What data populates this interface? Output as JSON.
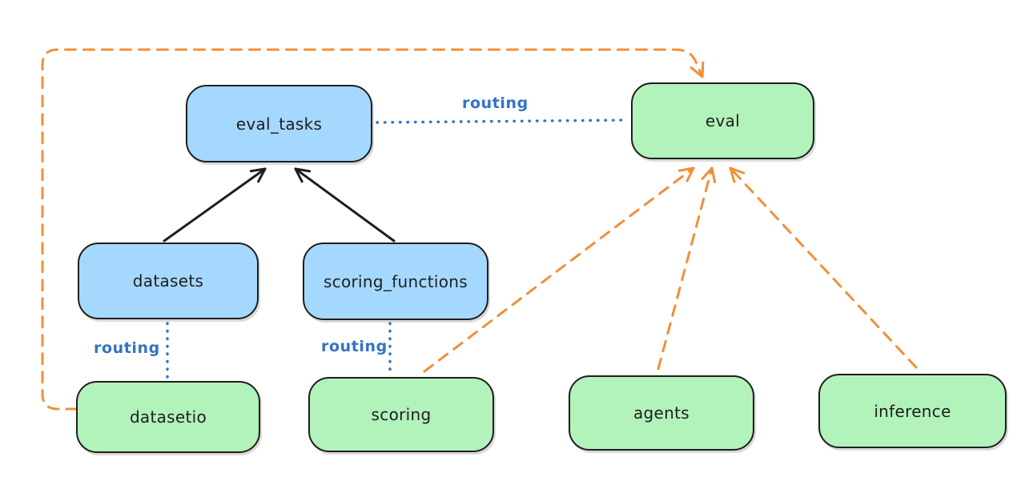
{
  "nodes": {
    "eval_tasks": {
      "label": "eval_tasks"
    },
    "eval": {
      "label": "eval"
    },
    "datasets": {
      "label": "datasets"
    },
    "scoring_functions": {
      "label": "scoring_functions"
    },
    "datasetio": {
      "label": "datasetio"
    },
    "scoring": {
      "label": "scoring"
    },
    "agents": {
      "label": "agents"
    },
    "inference": {
      "label": "inference"
    }
  },
  "edge_labels": {
    "routing_evaltasks_eval": "routing",
    "routing_datasets_datasetio": "routing",
    "routing_scoringfunctions_scoring": "routing"
  },
  "colors": {
    "node_blue_fill": "#a5d8ff",
    "node_green_fill": "#b2f2bb",
    "node_stroke": "#1e1e1e",
    "routing_blue": "#3274c4",
    "orange": "#ef9038",
    "black_arrow": "#1e1e1e",
    "background": "#ffffff"
  }
}
